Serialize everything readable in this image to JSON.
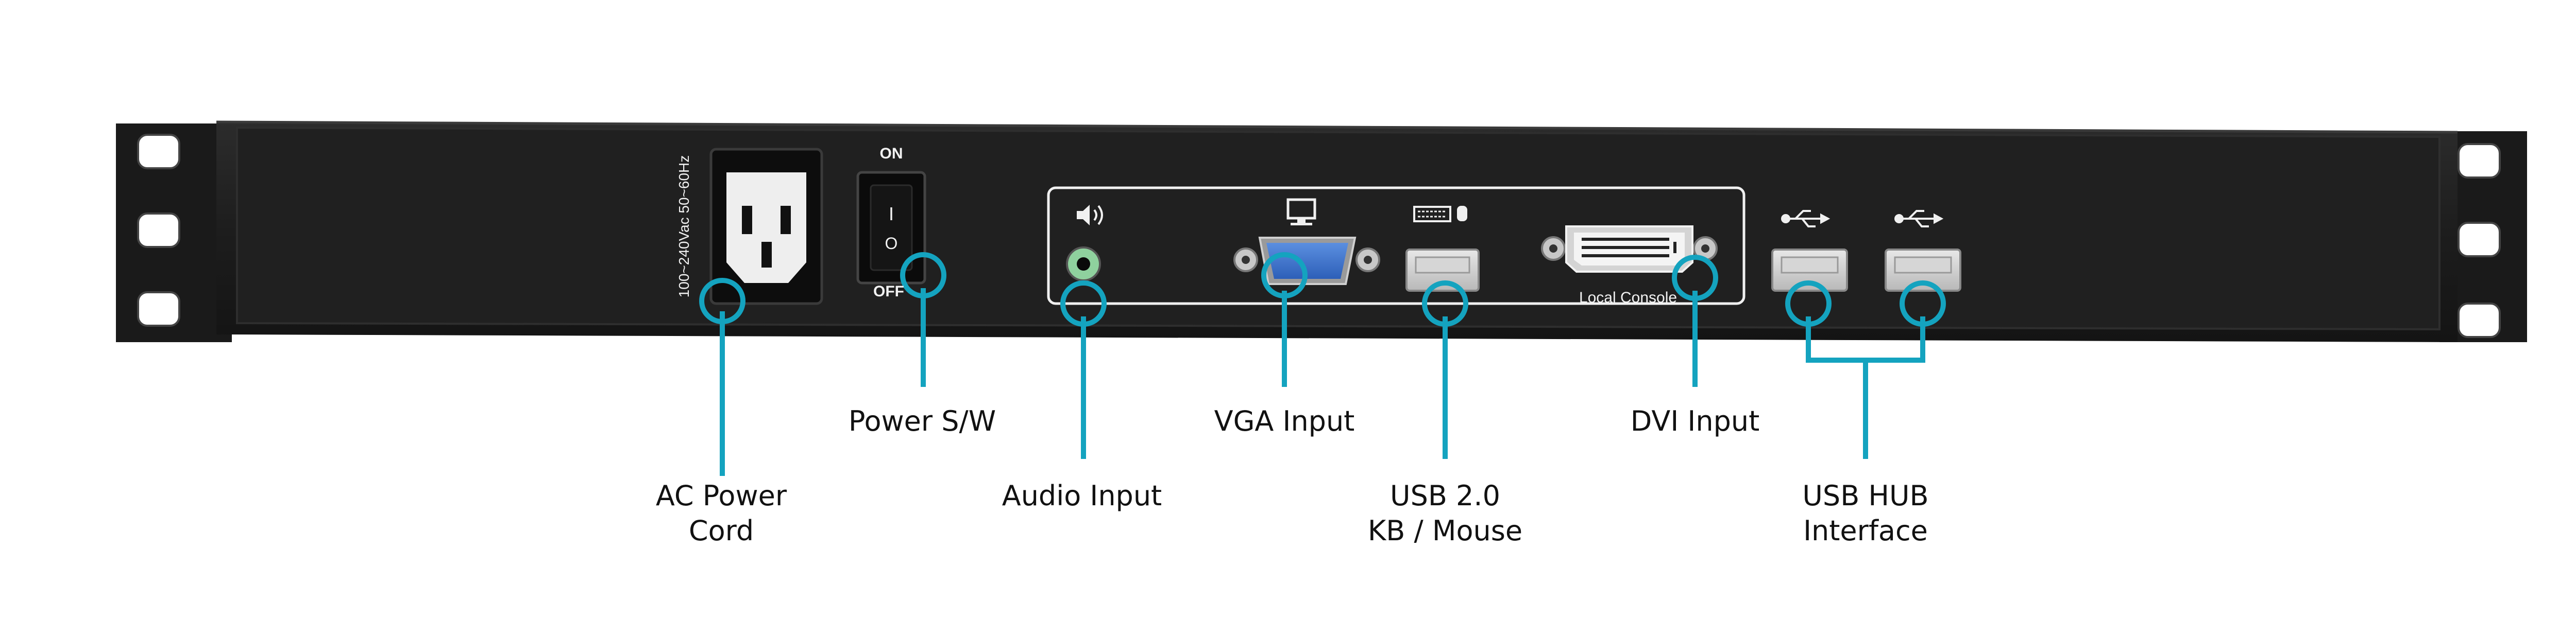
{
  "colors": {
    "accent": "#14a3bf",
    "chassis": "#1b1b1b",
    "panel": "#232323",
    "label_text": "#111111"
  },
  "panel_text": {
    "voltage": "100~240Vac 50~60Hz",
    "switch_on": "ON",
    "switch_off": "OFF",
    "switch_mark_on": "I",
    "switch_mark_off": "O",
    "local_console": "Local Console"
  },
  "icons": {
    "audio": "speaker-icon",
    "vga": "monitor-icon",
    "usb_kb_mouse": "keyboard-mouse-icon",
    "usb_hub_1": "usb-icon",
    "usb_hub_2": "usb-icon"
  },
  "callouts": {
    "ac_power": {
      "line1": "AC Power",
      "line2": "Cord"
    },
    "power_sw": {
      "line1": "Power S/W"
    },
    "audio": {
      "line1": "Audio Input"
    },
    "vga": {
      "line1": "VGA Input"
    },
    "usb_kb": {
      "line1": "USB 2.0",
      "line2": "KB / Mouse"
    },
    "dvi": {
      "line1": "DVI Input"
    },
    "usb_hub": {
      "line1": "USB HUB",
      "line2": "Interface"
    }
  }
}
